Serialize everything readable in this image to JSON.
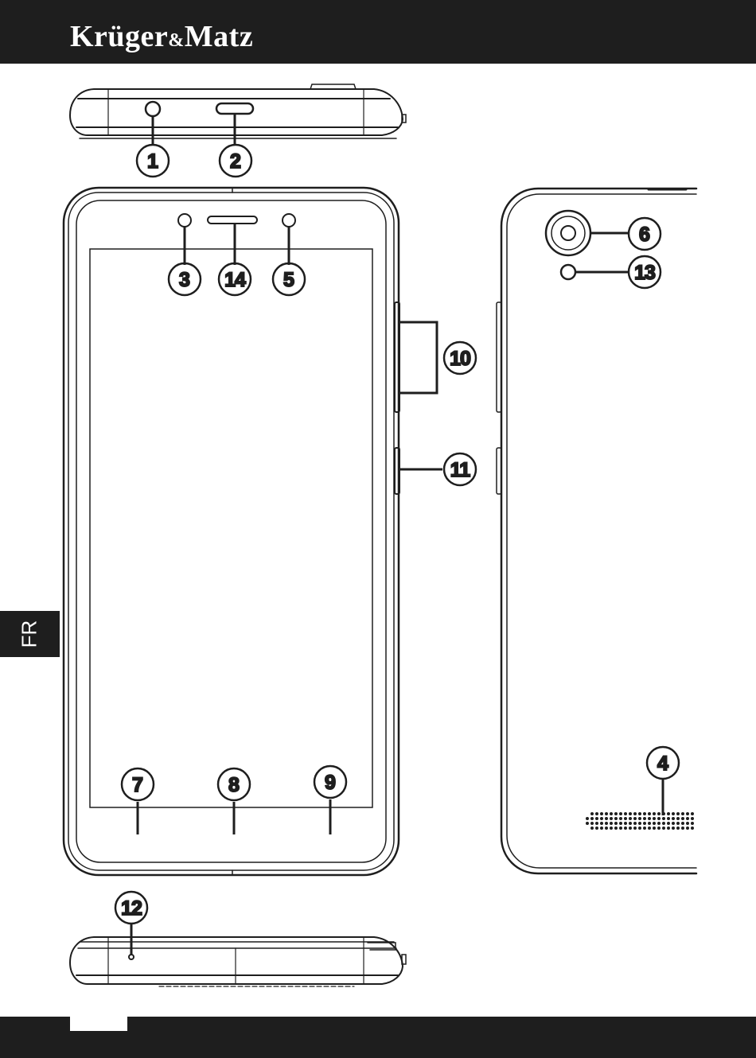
{
  "header": {
    "brand_left": "Krüger",
    "brand_amp": "&",
    "brand_right": "Matz",
    "background": "#1e1e1e"
  },
  "side_tab": {
    "language": "FR"
  },
  "callouts": {
    "c1": "1",
    "c2": "2",
    "c3": "3",
    "c4": "4",
    "c5": "5",
    "c6": "6",
    "c7": "7",
    "c8": "8",
    "c9": "9",
    "c10": "10",
    "c11": "11",
    "c12": "12",
    "c13": "13",
    "c14": "14"
  },
  "colors": {
    "ink": "#1e1e1e",
    "paper": "#ffffff"
  }
}
